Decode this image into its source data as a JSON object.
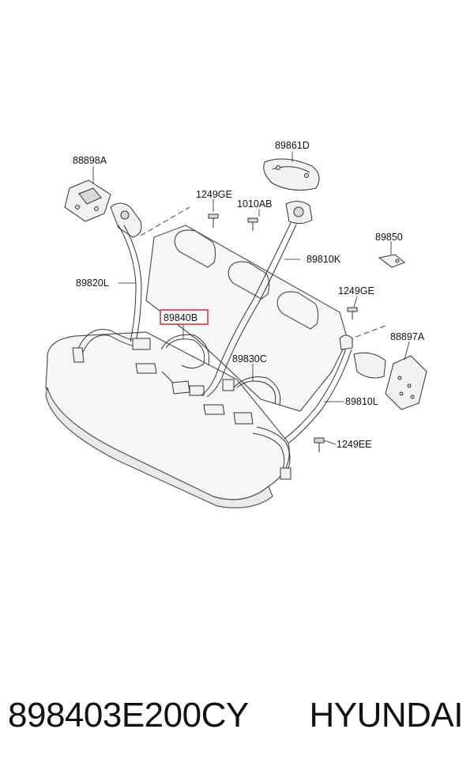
{
  "diagram": {
    "labels": {
      "p89861D": "89861D",
      "p88898A": "88898A",
      "p1249GE_top": "1249GE",
      "p1010AB": "1010AB",
      "p89850": "89850",
      "p89810K": "89810K",
      "p89820L": "89820L",
      "p1249GE_right": "1249GE",
      "p89840B": "89840B",
      "p88897A": "88897A",
      "p89830C": "89830C",
      "p89810L": "89810L",
      "p1249EE": "1249EE"
    },
    "highlight_color": "#d9363e"
  },
  "footer": {
    "part_number": "898403E200CY",
    "brand": "HYUNDAI"
  }
}
